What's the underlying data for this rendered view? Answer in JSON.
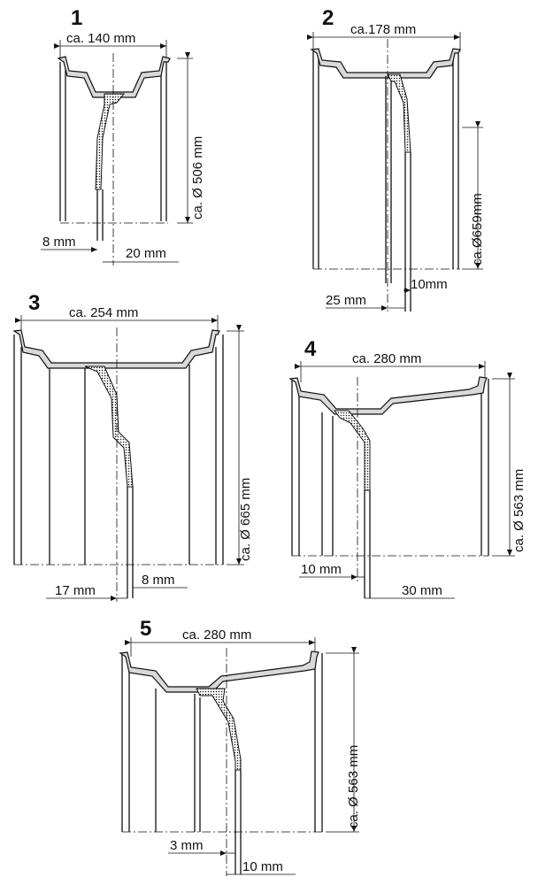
{
  "diagrams": [
    {
      "number": "1",
      "width_label": "ca. 140 mm",
      "diameter_label": "ca. Ø 506 mm",
      "offset_left_label": "8 mm",
      "offset_right_label": "20 mm"
    },
    {
      "number": "2",
      "width_label": "ca.178 mm",
      "diameter_label": "ca.Ø659mm",
      "offset_left_label": "25 mm",
      "offset_right_label": "10mm"
    },
    {
      "number": "3",
      "width_label": "ca. 254 mm",
      "diameter_label": "ca. Ø 665 mm",
      "offset_left_label": "17 mm",
      "offset_right_label": "8 mm"
    },
    {
      "number": "4",
      "width_label": "ca. 280 mm",
      "diameter_label": "ca. Ø 563 mm",
      "offset_left_label": "10 mm",
      "offset_right_label": "30 mm"
    },
    {
      "number": "5",
      "width_label": "ca. 280 mm",
      "diameter_label": "ca. Ø 563 mm",
      "offset_left_label": "3 mm",
      "offset_right_label": "10 mm"
    }
  ]
}
